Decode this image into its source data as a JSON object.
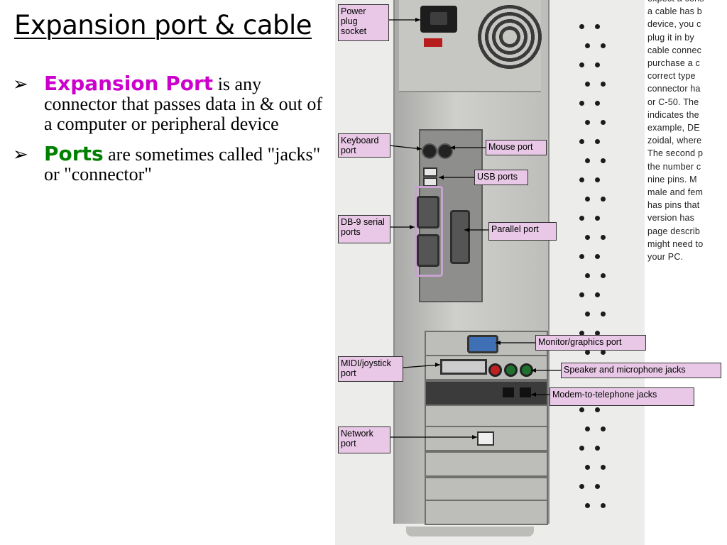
{
  "slide": {
    "title": "Expansion port & cable",
    "bullets": [
      {
        "term": "Expansion Port",
        "text": " is any connector that passes data in & out of a computer or peripheral device"
      },
      {
        "term": "Ports",
        "text": " are sometimes called \"jacks\" or \"connector\""
      }
    ],
    "colors": {
      "term1": "#cc00cc",
      "term2": "#008000"
    }
  },
  "callouts": {
    "power": "Power\nplug\nsocket",
    "keyboard": "Keyboard\nport",
    "mouse": "Mouse port",
    "usb": "USB ports",
    "serial": "DB-9 serial\nports",
    "parallel": "Parallel port",
    "monitor": "Monitor/graphics port",
    "midi": "MIDI/joystick\nport",
    "speaker": "Speaker and microphone jacks",
    "modem": "Modem-to-telephone jacks",
    "network": "Network\nport"
  },
  "article": {
    "lines": [
      "expect a cons",
      "a cable has b",
      "device, you c",
      "plug it in by",
      "cable connec",
      "purchase a c",
      "correct type",
      "connector ha",
      "or C-50. The",
      "indicates the",
      "example, DE",
      "zoidal, where",
      "The second p",
      "the number c",
      "nine pins. M",
      "male and fem",
      "has pins that",
      "version has",
      "page describ",
      "might need to",
      "your PC."
    ]
  }
}
